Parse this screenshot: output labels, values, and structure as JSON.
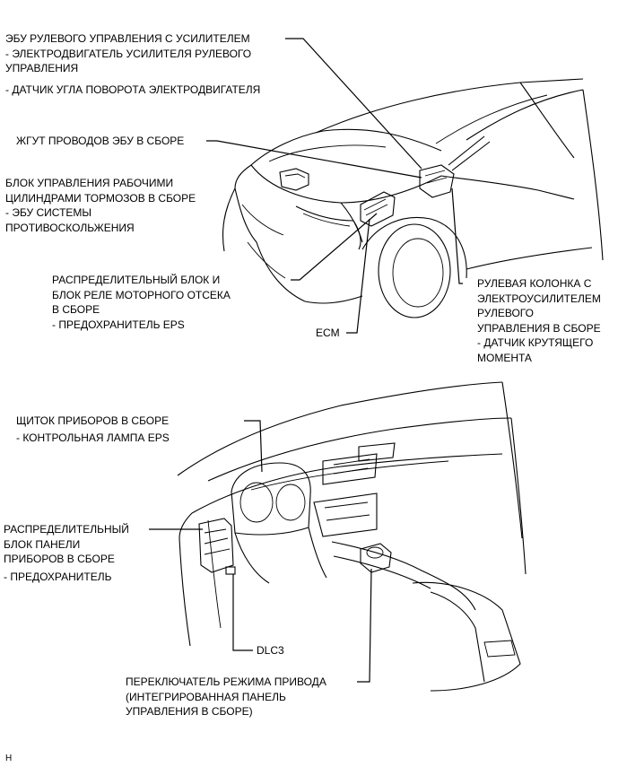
{
  "top_labels": {
    "eps_ecu": [
      "ЭБУ РУЛЕВОГО УПРАВЛЕНИЯ С УСИЛИТЕЛЕМ",
      "- ЭЛЕКТРОДВИГАТЕЛЬ УСИЛИТЕЛЯ РУЛЕВОГО",
      "УПРАВЛЕНИЯ",
      "- ДАТЧИК УГЛА ПОВОРОТА ЭЛЕКТРОДВИГАТЕЛЯ"
    ],
    "ecu_harness": [
      "ЖГУТ ПРОВОДОВ ЭБУ В СБОРЕ"
    ],
    "brake_actuator": [
      "БЛОК УПРАВЛЕНИЯ РАБОЧИМИ",
      "ЦИЛИНДРАМИ ТОРМОЗОВ В СБОРЕ",
      " - ЭБУ СИСТЕМЫ",
      "ПРОТИВОСКОЛЬЖЕНИЯ"
    ],
    "engine_relay_block": [
      "РАСПРЕДЕЛИТЕЛЬНЫЙ БЛОК И",
      "БЛОК РЕЛЕ МОТОРНОГО ОТСЕКА",
      "В СБОРЕ",
      "- ПРЕДОХРАНИТЕЛЬ EPS"
    ],
    "ecm": [
      "ECM"
    ],
    "steering_column": [
      "РУЛЕВАЯ КОЛОНКА С",
      "ЭЛЕКТРОУСИЛИТЕЛЕМ",
      "РУЛЕВОГО",
      "УПРАВЛЕНИЯ В СБОРЕ",
      "- ДАТЧИК КРУТЯЩЕГО",
      "МОМЕНТА"
    ]
  },
  "bottom_labels": {
    "combination_meter": [
      "ЩИТОК ПРИБОРОВ В СБОРЕ",
      "- КОНТРОЛЬНАЯ ЛАМПА EPS"
    ],
    "instrument_panel_block": [
      "РАСПРЕДЕЛИТЕЛЬНЫЙ",
      "БЛОК ПАНЕЛИ",
      "ПРИБОРОВ В СБОРЕ",
      "- ПРЕДОХРАНИТЕЛЬ"
    ],
    "dlc3": [
      "DLC3"
    ],
    "drive_mode_switch": [
      "ПЕРЕКЛЮЧАТЕЛЬ РЕЖИМА ПРИВОДА",
      "(ИНТЕГРИРОВАННАЯ ПАНЕЛЬ",
      "УПРАВЛЕНИЯ В СБОРЕ)"
    ]
  },
  "footer_code": "H"
}
